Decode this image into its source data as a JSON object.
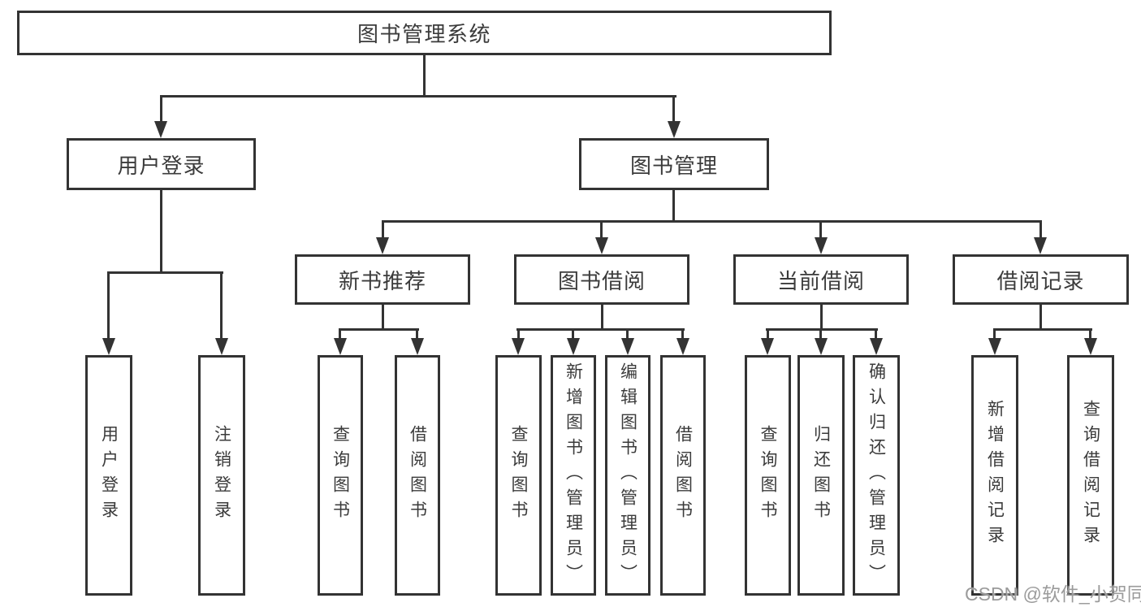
{
  "title": "图书管理系统",
  "colors": {
    "line": "#333333",
    "box_border": "#333333",
    "box_fill": "#ffffff",
    "text": "#3b3b3b",
    "background": "#ffffff",
    "watermark": "#9b9b9b"
  },
  "watermark": {
    "text": "CSDN @软件_小贺同学"
  },
  "tree": {
    "label": "图书管理系统",
    "children": [
      {
        "label": "用户登录",
        "children": [
          {
            "label": "用户登录"
          },
          {
            "label": "注销登录"
          }
        ]
      },
      {
        "label": "图书管理",
        "children": [
          {
            "label": "新书推荐",
            "children": [
              {
                "label": "查询图书"
              },
              {
                "label": "借阅图书"
              }
            ]
          },
          {
            "label": "图书借阅",
            "children": [
              {
                "label": "查询图书"
              },
              {
                "label": "新增图书（管理员）"
              },
              {
                "label": "编辑图书（管理员）"
              },
              {
                "label": "借阅图书"
              }
            ]
          },
          {
            "label": "当前借阅",
            "children": [
              {
                "label": "查询图书"
              },
              {
                "label": "归还图书"
              },
              {
                "label": "确认归还（管理员）"
              }
            ]
          },
          {
            "label": "借阅记录",
            "children": [
              {
                "label": "新增借阅记录"
              },
              {
                "label": "查询借阅记录"
              }
            ]
          }
        ]
      }
    ]
  }
}
